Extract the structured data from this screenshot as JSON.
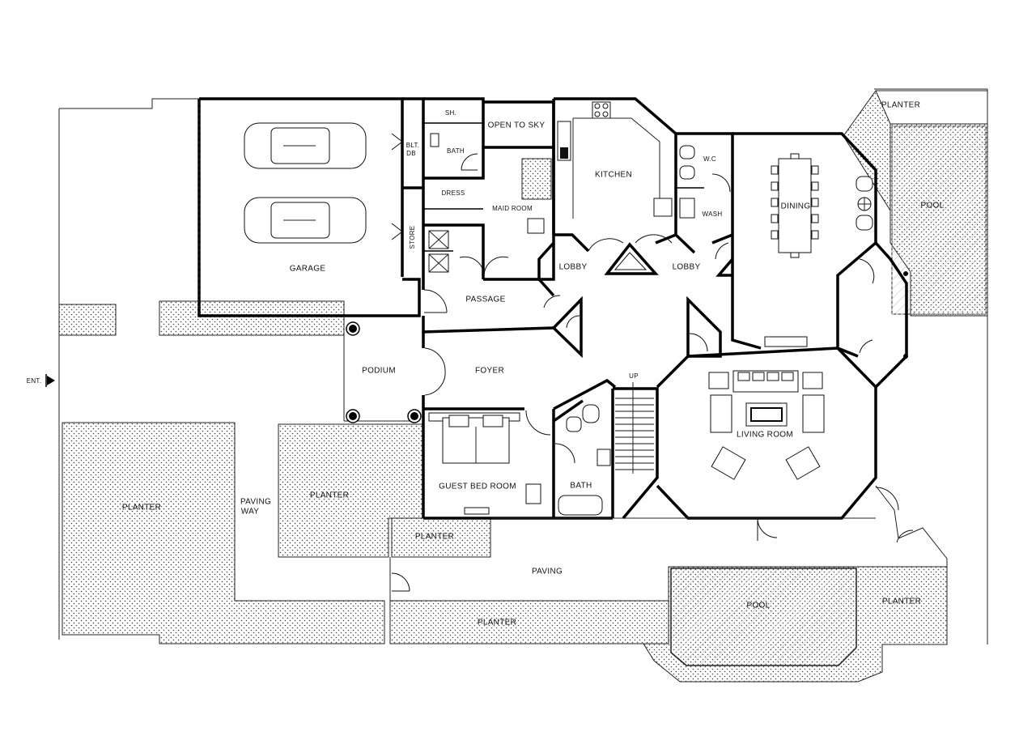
{
  "rooms": {
    "sh": "SH.",
    "open_to_sky": "OPEN TO SKY",
    "bath_upper": "BATH",
    "blt_db_1": "BLT.",
    "blt_db_2": "DB",
    "dress": "DRESS",
    "maid_room": "MAID ROOM",
    "kitchen": "KITCHEN",
    "wc": "W.C",
    "wash": "WASH",
    "dining": "DINING",
    "pool_right": "POOL",
    "planter_top_right": "PLANTER",
    "garage": "GARAGE",
    "store": "STORE",
    "lobby_left": "LOBBY",
    "lobby_right": "LOBBY",
    "passage": "PASSAGE",
    "podium": "PODIUM",
    "foyer": "FOYER",
    "up": "UP",
    "living_room": "LIVING ROOM",
    "guest_bed_room": "GUEST BED ROOM",
    "bath_lower": "BATH",
    "planter_left": "PLANTER",
    "paving_way_1": "PAVING",
    "paving_way_2": "WAY",
    "planter_mid": "PLANTER",
    "planter_small": "PLANTER",
    "paving": "PAVING",
    "planter_bottom": "PLANTER",
    "pool_bottom": "POOL",
    "planter_bottom_right": "PLANTER",
    "entrance": "ENT."
  }
}
